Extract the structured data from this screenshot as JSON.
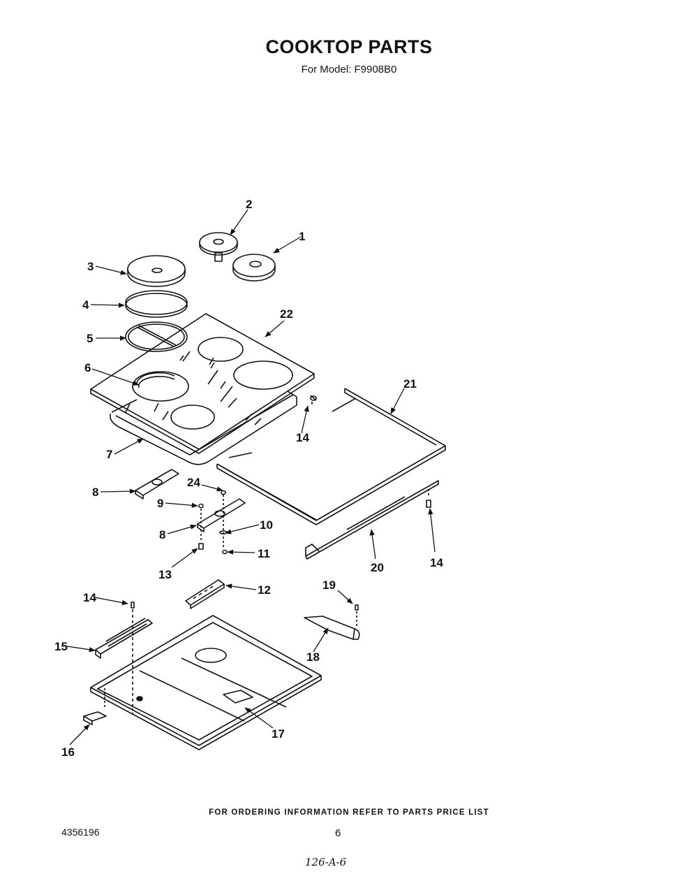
{
  "header": {
    "title": "COOKTOP PARTS",
    "subtitle": "For Model: F9908B0"
  },
  "callouts": {
    "c1": "1",
    "c2": "2",
    "c3": "3",
    "c4": "4",
    "c5": "5",
    "c6": "6",
    "c7": "7",
    "c8a": "8",
    "c8b": "8",
    "c9": "9",
    "c10": "10",
    "c11": "11",
    "c12": "12",
    "c13": "13",
    "c14a": "14",
    "c14b": "14",
    "c14c": "14",
    "c15": "15",
    "c16": "16",
    "c17": "17",
    "c18": "18",
    "c19": "19",
    "c20": "20",
    "c21": "21",
    "c22": "22",
    "c24": "24"
  },
  "footer": {
    "ordering_note": "FOR ORDERING INFORMATION REFER TO PARTS PRICE LIST",
    "doc_number": "4356196",
    "page_number": "6",
    "handwritten_note": "126-A-6"
  }
}
